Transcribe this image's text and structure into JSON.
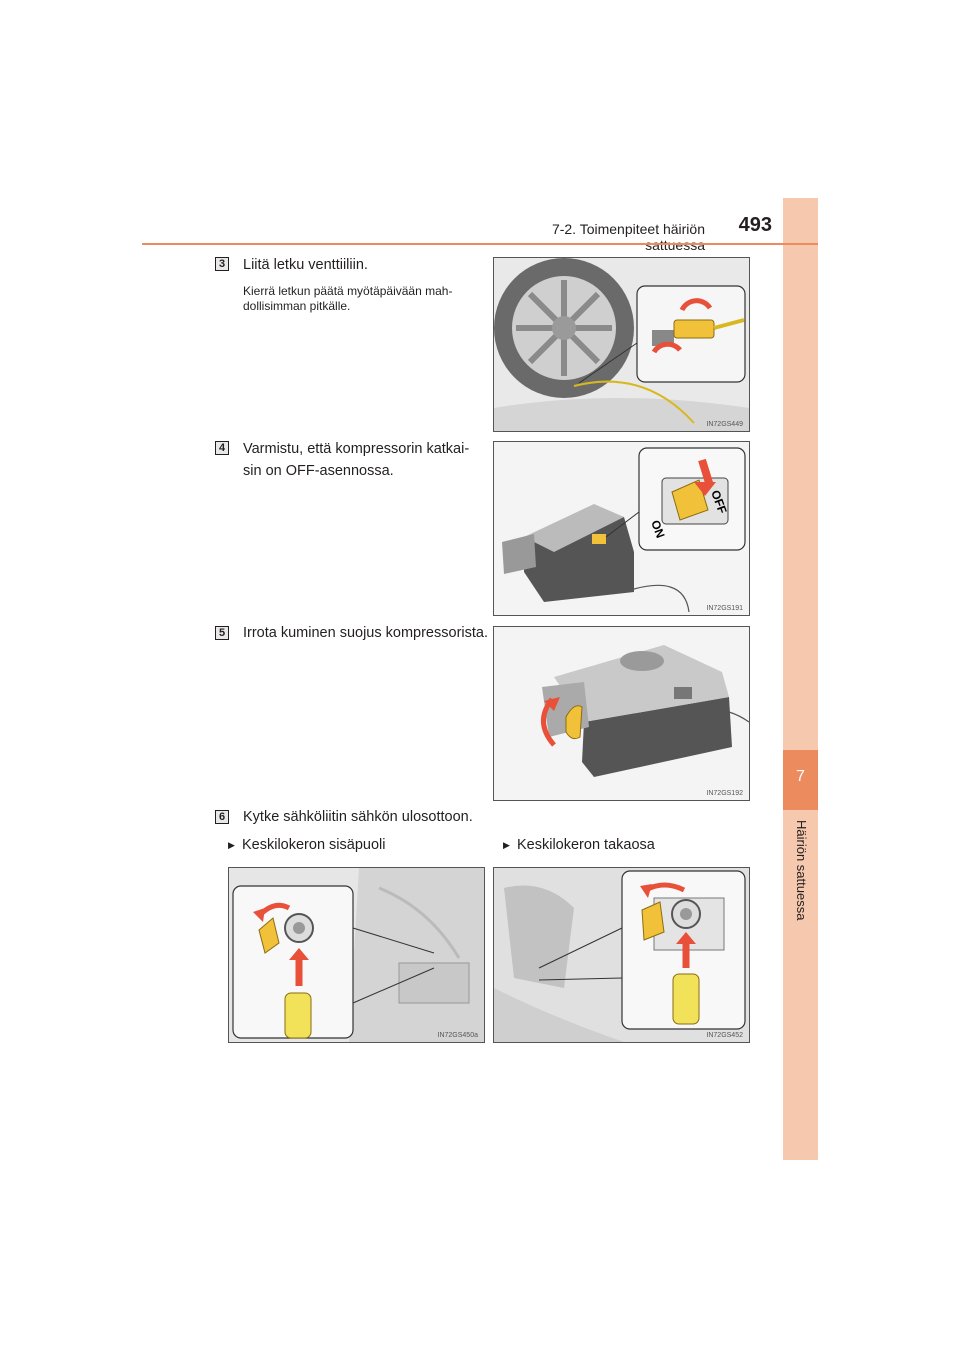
{
  "header": {
    "section": "7-2. Toimenpiteet häiriön sattuessa",
    "page": "493"
  },
  "side_tab": {
    "chapter_number": "7",
    "chapter_title": "Häiriön sattuessa"
  },
  "steps": [
    {
      "number": "3",
      "text": "Liitä letku venttiiliin.",
      "note": "Kierrä letkun päätä myötäpäivään mah-dollisimman pitkälle.",
      "figure_code": "IN72GS449"
    },
    {
      "number": "4",
      "text_line1": "Varmistu, että kompressorin katkai-",
      "text_line2": "sin on OFF-asennossa.",
      "figure_code": "IN72GS191",
      "switch_on": "ON",
      "switch_off": "OFF"
    },
    {
      "number": "5",
      "text": "Irrota kuminen suojus kompressorista.",
      "figure_code": "IN72GS192"
    },
    {
      "number": "6",
      "text": "Kytke sähköliitin sähkön ulosottoon.",
      "options": [
        {
          "label": "Keskilokeron sisäpuoli",
          "figure_code": "IN72GS450a"
        },
        {
          "label": "Keskilokeron takaosa",
          "figure_code": "IN72GS452"
        }
      ]
    }
  ],
  "colors": {
    "accent": "#ec8b5e",
    "tab": "#f6c8ad",
    "arrow": "#e8503a",
    "yellow": "#f2c13a"
  }
}
